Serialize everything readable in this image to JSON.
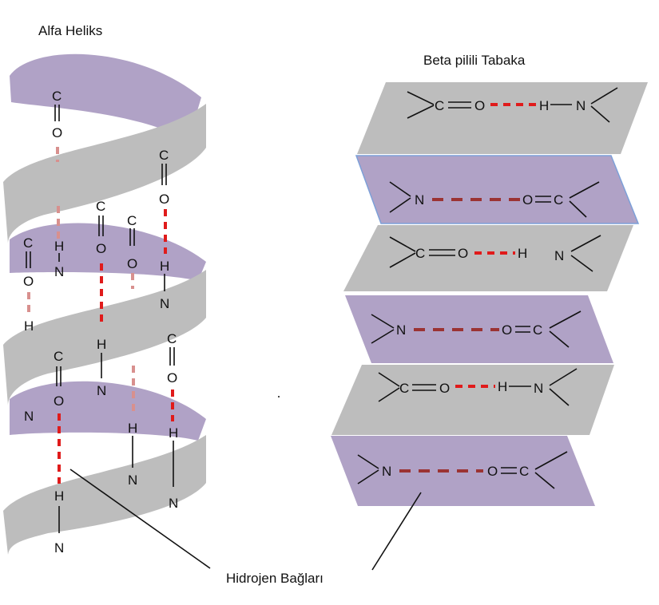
{
  "labels": {
    "alpha_title": "Alfa Heliks",
    "beta_title": "Beta pilili Tabaka",
    "hbond_caption": "Hidrojen Bağları"
  },
  "atoms": {
    "c": "C",
    "o": "O",
    "n": "N",
    "h": "H"
  },
  "colors": {
    "purple": "#b0a2c6",
    "gray": "#bdbdbd",
    "hbond_red": "#e01b1b",
    "hbond_pink": "#d8908e",
    "hbond_dark": "#9b3333",
    "beta_edge": "#7da0d8"
  }
}
